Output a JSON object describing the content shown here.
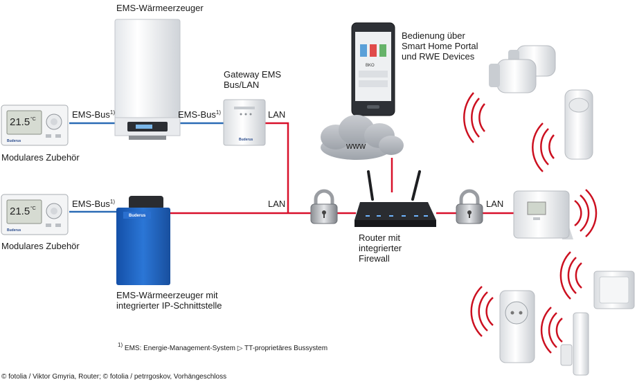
{
  "labels": {
    "ems_waermeerzeuger": "EMS-Wärmeerzeuger",
    "gateway_line1": "Gateway EMS",
    "gateway_line2": "Bus/LAN",
    "bedienung_line1": "Bedienung über",
    "bedienung_line2": "Smart Home Portal",
    "bedienung_line3": "und RWE Devices",
    "ems_bus": "EMS-Bus",
    "footnote_ref": "1)",
    "lan": "LAN",
    "www": "www",
    "modulares_zubehoer": "Modulares Zubehör",
    "router_line1": "Router mit",
    "router_line2": "integrierter",
    "router_line3": "Firewall",
    "ems_ip_line1": "EMS-Wärmeerzeuger mit",
    "ems_ip_line2": "integrierter IP-Schnittstelle"
  },
  "footnote": {
    "mark": "1)",
    "text": "EMS: Energie-Management-System  ▷ TT-proprietäres Bussystem"
  },
  "credits": "© fotolia / Viktor Gmyria, Router; © fotolia / petrrgoskov, Vorhängeschloss",
  "devices": {
    "thermostat_temp": "21.5",
    "thermostat_unit": "°C",
    "brand": "Buderus",
    "smart_display": "BKO"
  },
  "colors": {
    "ems_bus_line": "#2a6bb5",
    "lan_line": "#d8102a",
    "boiler_blue": "#1e63c2",
    "radio_waves": "#cc1020"
  }
}
